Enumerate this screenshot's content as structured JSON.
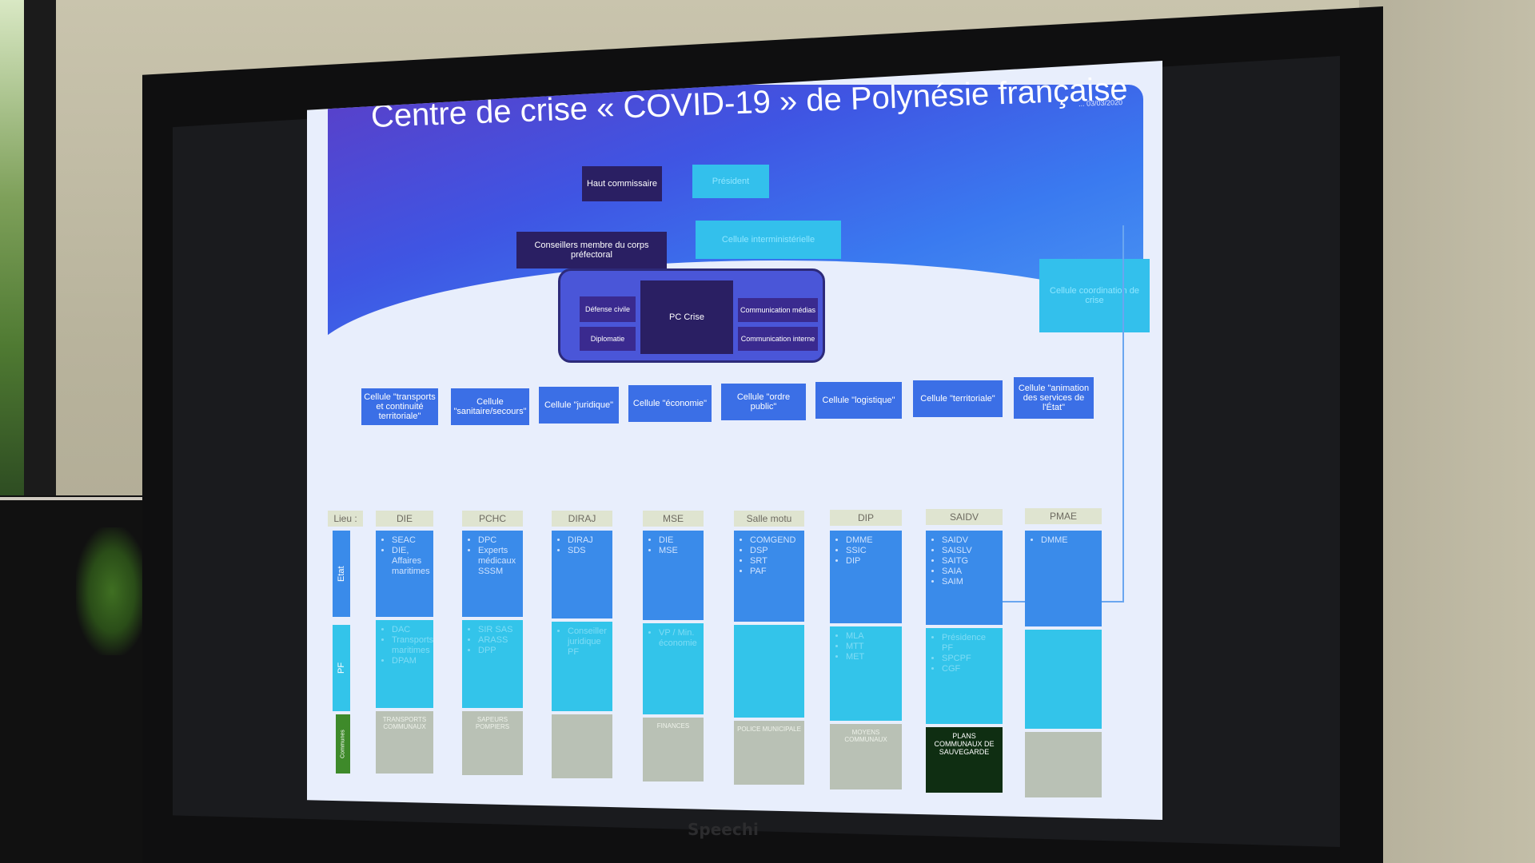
{
  "slide": {
    "title": "Centre de crise « COVID-19 » de Polynésie française",
    "date": "... 03/03/2020",
    "top_boxes": {
      "haut_commissaire": "Haut commissaire",
      "president": "Président",
      "conseillers": "Conseillers membre du corps préfectoral",
      "cellule_interministerielle": "Cellule interministérielle",
      "cellule_coordination": "Cellule coordination de crise"
    },
    "pc_crise": {
      "center": "PC Crise",
      "defense_civile": "Défense civile",
      "diplomatie": "Diplomatie",
      "communication_medias": "Communication médias",
      "communication_interne": "Communication interne"
    },
    "cellules": [
      "Cellule \"transports et continuité territoriale\"",
      "Cellule \"sanitaire/secours\"",
      "Cellule \"juridique\"",
      "Cellule \"économie\"",
      "Cellule \"ordre public\"",
      "Cellule \"logistique\"",
      "Cellule \"territoriale\"",
      "Cellule \"animation des services de l'État\""
    ],
    "lieu_label": "Lieu :",
    "columns": [
      "DIE",
      "PCHC",
      "DIRAJ",
      "MSE",
      "Salle motu",
      "DIP",
      "SAIDV",
      "PMAE"
    ],
    "row_labels": {
      "etat": "Etat",
      "pf": "PF",
      "communes": "Communes"
    },
    "etat_items": [
      [
        "SEAC",
        "DIE, Affaires maritimes"
      ],
      [
        "DPC",
        "Experts médicaux SSSM"
      ],
      [
        "DIRAJ",
        "SDS"
      ],
      [
        "DIE",
        "MSE"
      ],
      [
        "COMGEND",
        "DSP",
        "SRT",
        "PAF"
      ],
      [
        "DMME",
        "SSIC",
        "DIP"
      ],
      [
        "SAIDV",
        "SAISLV",
        "SAITG",
        "SAIA",
        "SAIM"
      ],
      [
        "DMME"
      ]
    ],
    "pf_items": [
      [
        "DAC",
        "Transports maritimes",
        "DPAM"
      ],
      [
        "SIR SAS",
        "ARASS",
        "DPP"
      ],
      [
        "Conseiller juridique PF"
      ],
      [
        "VP / Min. économie"
      ],
      [],
      [
        "MLA",
        "MTT",
        "MET"
      ],
      [
        "Présidence PF",
        "SPCPF",
        "CGF"
      ],
      []
    ],
    "communes_items": [
      "TRANSPORTS COMMUNAUX",
      "SAPEURS POMPIERS",
      "",
      "FINANCES",
      "POLICE MUNICIPALE",
      "MOYENS COMMUNAUX",
      "PLANS COMMUNAUX DE SAUVEGARDE",
      ""
    ]
  },
  "monitor": {
    "brand": "Speechi"
  },
  "colors": {
    "header_start": "#5a3fc8",
    "header_end": "#4f9ef3",
    "dark_box": "#2a1f63",
    "cyan_box": "#33c0ec",
    "cell_blue": "#3b6fe6",
    "etat_blue": "#3a8bea",
    "pf_cyan": "#33c4ea",
    "communes_grey": "#b9c1b5",
    "communes_dark": "#0f2e12"
  }
}
